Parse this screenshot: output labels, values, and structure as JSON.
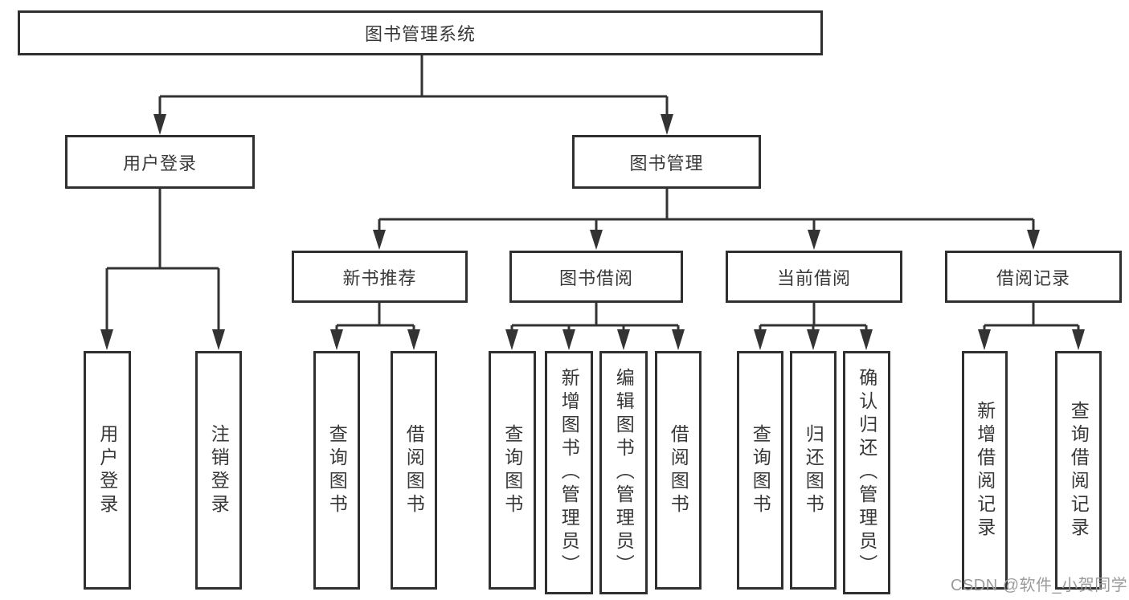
{
  "tree": {
    "root": "图书管理系统",
    "login_branch": {
      "label": "用户登录",
      "leaves": [
        "用户登录",
        "注销登录"
      ]
    },
    "management_branch": {
      "label": "图书管理",
      "groups": [
        {
          "label": "新书推荐",
          "leaves": [
            "查询图书",
            "借阅图书"
          ]
        },
        {
          "label": "图书借阅",
          "leaves": [
            "查询图书",
            "新增图书（管理员）",
            "编辑图书（管理员）",
            "借阅图书"
          ]
        },
        {
          "label": "当前借阅",
          "leaves": [
            "查询图书",
            "归还图书",
            "确认归还（管理员）"
          ]
        },
        {
          "label": "借阅记录",
          "leaves": [
            "新增借阅记录",
            "查询借阅记录"
          ]
        }
      ]
    }
  },
  "watermark": "CSDN @软件_小贺同学",
  "colors": {
    "line": "#333333",
    "box_border": "#303030",
    "text": "#383838",
    "watermark_text": "#9b9b9b"
  }
}
